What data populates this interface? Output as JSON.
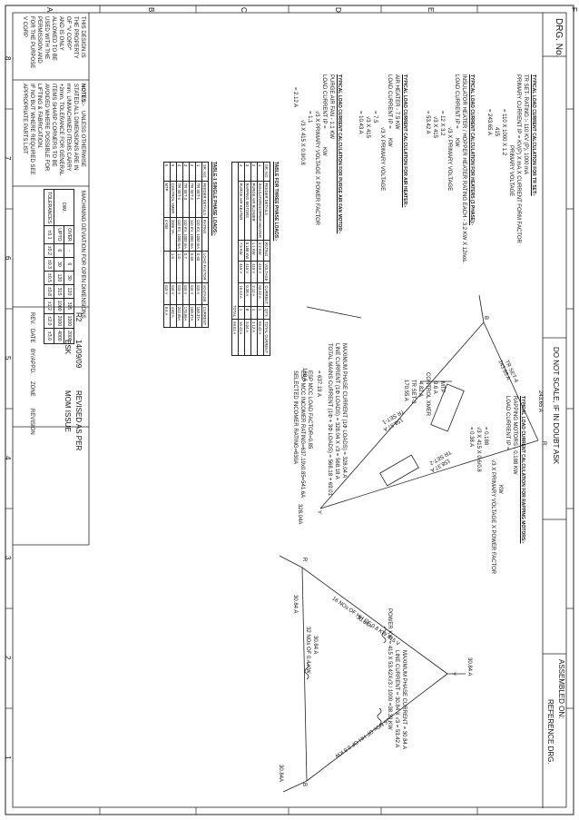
{
  "drawing": {
    "drg_no_label": "DRG. No.",
    "do_not_scale": "DO NOT SCALE, IF IN DOUBT ASK",
    "assembled_on": "ASSEMBLED ON:",
    "reference_drg": "REFERENCE DRG.",
    "zone_letters": [
      "F",
      "E",
      "D",
      "C",
      "B",
      "A"
    ],
    "zone_numbers": [
      "8",
      "7",
      "6",
      "5",
      "4",
      "3",
      "2",
      "1"
    ]
  },
  "calc_tr": {
    "heading": "TYPICAL LOAD CURRENT CALCULATION FOR TR SET:-",
    "line1": "TR SET- RATING :- 110 KV (P), 1000 mA",
    "line2": "PRIMARY CURRENT IP = KV(P) X mA X CURRENT FORM FACTOR",
    "line2b": "PRIMARY VOLTAGE",
    "line3": "= 110 X 1000 X 1.2",
    "line3b": "415",
    "line4": "= 243.65 A"
  },
  "calc_heater": {
    "heading": "TYPICAL LOAD CURRENT CALCULATION FOR HEATERS (3 PHASE):-",
    "line1": "INSULATOR HEATER / HOPPER HEATER RATING EACH - 3.2 KW X 12nos.",
    "line2": "LOAD CURRENT IP =",
    "line2a": "KW",
    "line2b": "√3 X PRIMARY VOLTAGE",
    "line3": "= 12 X 3.2",
    "line3b": "√3 X 415",
    "line4": "= 53.42 A"
  },
  "calc_air": {
    "heading": "TYPICAL LOAD CURRENT CALCULATION FOR AIR HEATER:-",
    "line1": "AIR HEATER - 7.5 KW",
    "line2": "LOAD CURRENT IP =",
    "line2a": "KW",
    "line2b": "√3 X PRIMARY VOLTAGE",
    "line3": "= 7.5",
    "line3b": "√3 X 415",
    "line4": "= 10.43 A"
  },
  "calc_purge": {
    "heading": "TYPICAL LOAD CURRENT CALCULATION FOR PURGE AIR FAN MOTOR:-",
    "line1": "PURGE AIR FAN - 1.1 KW",
    "line2": "LOAD CURRENT IP =",
    "line2a": "KW",
    "line2b": "√3 X PRIMARY VOLTAGE X POWER FACTOR",
    "line3": "= 1.1",
    "line3b": "√3 X 415 X 0.9/0.8",
    "line4": "= 2.12 A"
  },
  "calc_rapping": {
    "heading": "TYPICAL LOAD CURRENT CALCULATION FOR RAPPING MOTORS:-",
    "line1": "RAPPING MOTORS - 0.188 KW",
    "line2": "LOAD CURRENT IP =",
    "line2a": "KW",
    "line2b": "√3 X PRIMARY VOLTAGE X POWER FACTOR",
    "line3": "= 0.188",
    "line3b": "√3 X 415 X 0.6/0.8",
    "line4": "= 0.38 A"
  },
  "table_single": {
    "title": "TABLE-1 SINGLE PHASE LOADS:-",
    "headers": [
      "SR. NO.",
      "FEEDER DETAILS",
      "RATING",
      "LOAD FACTOR",
      "VOLTAGE",
      "CURRENT"
    ],
    "rows": [
      [
        "1",
        "TR SET-1",
        "110 KV, 1000 mA",
        "0.65",
        "415 V",
        "158.37A"
      ],
      [
        "2",
        "TR SET-2",
        "110 KV, 1000 mA",
        "0.65",
        "415 V",
        "158.37A"
      ],
      [
        "3",
        "TR SET-3",
        "110 KV, 1000 mA",
        "0.7",
        "415 V",
        "170.55A"
      ],
      [
        "4",
        "TR SET-4",
        "110 KV, 1000 mA",
        "1.0",
        "415 V",
        "243.65A"
      ],
      [
        "5",
        "CONTROL XMER",
        "2000 VA",
        "1.0",
        "415 V",
        "4.82 A"
      ],
      [
        "6",
        "MTP",
        "4 KW",
        "-",
        "415 V",
        "9.6 A"
      ]
    ]
  },
  "table_three": {
    "title": "TABLE FOR THREE PHASE LOADS:-",
    "headers": [
      "SR. NO.",
      "FEEDER DETAILS",
      "RATING",
      "VOLTAGE",
      "CURRENT",
      "QTY.",
      "TOTAL CURRENT"
    ],
    "rows": [
      [
        "1",
        "INSULATOR/HOPPER HEATER",
        "3.2 KW",
        "415 V",
        "53.42 A",
        "1",
        "53.42 A"
      ],
      [
        "2",
        "PURGE AIR BLOWER",
        "1.1 KW",
        "415 V",
        "2.12 A",
        "1",
        "2.12 A"
      ],
      [
        "3",
        "RAPPING MOTORS",
        "0.188 KW",
        "415 V",
        "0.38 A",
        "8",
        "3.04 A"
      ],
      [
        "4",
        "PURGE AIR HEATER",
        "7.5 KW",
        "415 V",
        "10.43 A",
        "1",
        "10.43 A"
      ]
    ],
    "total_label": "TOTAL",
    "total_value": "69.01 A"
  },
  "single_phase_diagram": {
    "r": "R",
    "y": "Y",
    "b": "B",
    "top_current": "243.65 A",
    "left_current": "188 A",
    "right_current": "328.04A",
    "tr4": "TR SET-4",
    "tr4_val": "243.65 A",
    "tr3": "TR SET-3",
    "tr3_val": "170.55 A",
    "tr2": "TR SET-2",
    "tr2_val": "158.37 A",
    "tr1": "TR SET-1",
    "tr1_val": "158.37 A",
    "mtp": "MTP",
    "mtp_val": "9.6 A",
    "cx": "CONTROL XMER",
    "cx_val": "4.82 A"
  },
  "summary": {
    "l1": "MAXIMUM PHASE CURRENT (1Φ LOADS) = 328.04 A",
    "l2": "LINE CURRENT (1Φ LOADS) = 328.04 X √3 = 568.18 A",
    "l3": "TOTAL MAINS CURRENT (1Φ + 3Φ LOADS) = 568.18 + 69.01",
    "l4": "= 637.19 A",
    "l5": "ESP MCC LOAD FACTOR=0.85",
    "l6": "ESP MCC INCOMER RATING=637.19x0.85=541.6A",
    "l7": "SELECTED INCOMER RATING=630A"
  },
  "heater_diagram": {
    "r": "R",
    "y": "Y",
    "b": "B",
    "left_note": "16 NOs OF HH OF 0.8 KW 415 V",
    "left_note2": "30.84A",
    "bottom_note": "32 NOs OF 0.4 KW",
    "bottom_note2": "30.84 A",
    "right_note": "16 NOs OF HH OF 0.8 KW",
    "top_left": "30.84 A",
    "top_right": "30.84A",
    "left_current": "30.84 A",
    "p1": "MAXIMUM PHASE CURRENT = 30.84 A",
    "p2": "LINE CURRENT = 30.84 X √3 = 53.42 A",
    "p3": "POWER KW = 415 X 53.42X√3 / 1000 =38.39 KW"
  },
  "notes": {
    "heading": "NOTES:-",
    "l1": "UNLESS OTHERWISE",
    "l2": "STATED ALL DIMENSIONS ARE IN",
    "l3": "mm. UNMACHINED ITEMS CARRY",
    "l4": "+2mm. TOLERANCE FOR GENERAL",
    "l5": "ITEMS SHARP CORNERS TO BE",
    "l6": "AVOIDED WHERE POSSIBLE FOR",
    "l7": "LIFTING & FABRICATION.",
    "l8": "IF NO BUT WHERE REQUIRED SEE",
    "l9": "APPROPRIATE PARTS LIST"
  },
  "property": {
    "l1": "THIS DESIGN IS",
    "l2": "THE PROPERTY",
    "l3": "OF \"V CORP\"",
    "l4": "AND IS ONLY",
    "l5": "ALLOWED TO BE",
    "l6": "USED WITH THE",
    "l7": "PERMISSION AND",
    "l8": "FOR THE PURPOSE",
    "l9": "V CORP"
  },
  "tolerance": {
    "title": "MACHINING DEVIATION FOR OPEN DIMENSIONS",
    "row_dim": [
      "DIM.",
      "OVER",
      "UPTO"
    ],
    "over": [
      "-",
      "6",
      "30",
      "120",
      "315",
      "1000",
      "2000"
    ],
    "upto": [
      "6",
      "30",
      "120",
      "315",
      "1000",
      "2000",
      "4000"
    ],
    "label": "TOLERANCES",
    "tol": [
      "±0.1",
      "±0.2",
      "±0.3",
      "±0.5",
      "±0.8",
      "±1.2",
      "±2.0",
      "±3.0"
    ]
  },
  "revision": {
    "rev": "R2",
    "date": "14/09/09",
    "by": "ESK",
    "desc1": "REVISED AS PER",
    "desc2": "MOM ISSUE",
    "hdr1": "REV.",
    "hdr2": "DATE",
    "hdr3": "BY/APPD.",
    "hdr4": "ZONE",
    "hdr5": "REVISION"
  }
}
